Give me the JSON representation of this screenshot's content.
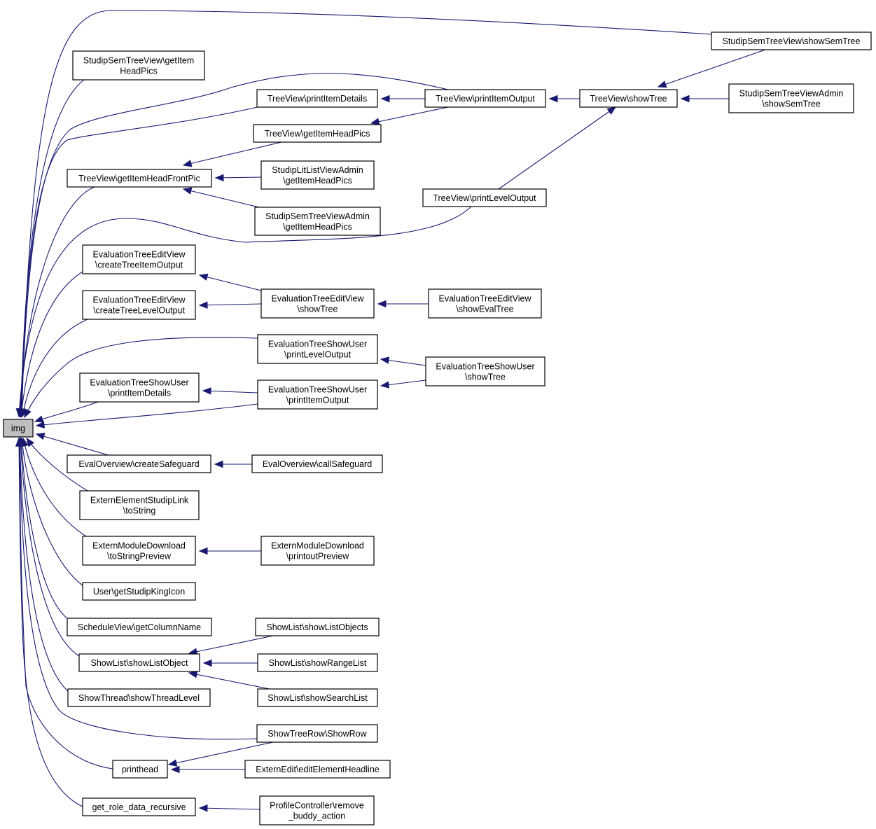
{
  "colors": {
    "edge": "#191970",
    "root_fill": "#bfbfbf",
    "node_fill": "#ffffff",
    "border": "#000000"
  },
  "nodes": {
    "img": [
      "img"
    ],
    "ssv_getItemHeadPics": [
      "StudipSemTreeView\\getItem",
      "HeadPics"
    ],
    "tv_printItemDetails": [
      "TreeView\\printItemDetails"
    ],
    "tv_getItemHeadPics": [
      "TreeView\\getItemHeadPics"
    ],
    "tv_getItemHeadFrontPic": [
      "TreeView\\getItemHeadFrontPic"
    ],
    "slva_getItemHeadPics": [
      "StudipLitListViewAdmin",
      "\\getItemHeadPics"
    ],
    "ssva_getItemHeadPics": [
      "StudipSemTreeViewAdmin",
      "\\getItemHeadPics"
    ],
    "tv_printItemOutput": [
      "TreeView\\printItemOutput"
    ],
    "tv_showTree": [
      "TreeView\\showTree"
    ],
    "ssv_showSemTree": [
      "StudipSemTreeView\\showSemTree"
    ],
    "ssva_showSemTree": [
      "StudipSemTreeViewAdmin",
      "\\showSemTree"
    ],
    "tv_printLevelOutput": [
      "TreeView\\printLevelOutput"
    ],
    "etev_createTreeItemOutput": [
      "EvaluationTreeEditView",
      "\\createTreeItemOutput"
    ],
    "etev_createTreeLevelOutput": [
      "EvaluationTreeEditView",
      "\\createTreeLevelOutput"
    ],
    "etev_showTree": [
      "EvaluationTreeEditView",
      "\\showTree"
    ],
    "etev_showEvalTree": [
      "EvaluationTreeEditView",
      "\\showEvalTree"
    ],
    "etsu_printLevelOutput": [
      "EvaluationTreeShowUser",
      "\\printLevelOutput"
    ],
    "etsu_printItemDetails": [
      "EvaluationTreeShowUser",
      "\\printItemDetails"
    ],
    "etsu_printItemOutput": [
      "EvaluationTreeShowUser",
      "\\printItemOutput"
    ],
    "etsu_showTree": [
      "EvaluationTreeShowUser",
      "\\showTree"
    ],
    "eo_createSafeguard": [
      "EvalOverview\\createSafeguard"
    ],
    "eo_callSafeguard": [
      "EvalOverview\\callSafeguard"
    ],
    "eesl_toString": [
      "ExternElementStudipLink",
      "\\toString"
    ],
    "emd_toStringPreview": [
      "ExternModuleDownload",
      "\\toStringPreview"
    ],
    "emd_printoutPreview": [
      "ExternModuleDownload",
      "\\printoutPreview"
    ],
    "user_getStudipKingIcon": [
      "User\\getStudipKingIcon"
    ],
    "sv_getColumnName": [
      "ScheduleView\\getColumnName"
    ],
    "sl_showListObject": [
      "ShowList\\showListObject"
    ],
    "sl_showListObjects": [
      "ShowList\\showListObjects"
    ],
    "sl_showRangeList": [
      "ShowList\\showRangeList"
    ],
    "sl_showSearchList": [
      "ShowList\\showSearchList"
    ],
    "st_showThreadLevel": [
      "ShowThread\\showThreadLevel"
    ],
    "str_ShowRow": [
      "ShowTreeRow\\ShowRow"
    ],
    "printhead": [
      "printhead"
    ],
    "ee_editElementHeadline": [
      "ExternEdit\\editElementHeadline"
    ],
    "get_role_data_recursive": [
      "get_role_data_recursive"
    ],
    "pc_remove_buddy_action": [
      "ProfileController\\remove",
      "_buddy_action"
    ]
  },
  "edges": [
    [
      "ssv_getItemHeadPics",
      "img"
    ],
    [
      "tv_printItemDetails",
      "img"
    ],
    [
      "tv_getItemHeadFrontPic",
      "img"
    ],
    [
      "tv_printLevelOutput",
      "img"
    ],
    [
      "ssv_showSemTree",
      "img"
    ],
    [
      "tv_printItemOutput",
      "img"
    ],
    [
      "etev_createTreeItemOutput",
      "img"
    ],
    [
      "etev_createTreeLevelOutput",
      "img"
    ],
    [
      "etsu_printLevelOutput",
      "img"
    ],
    [
      "etsu_printItemDetails",
      "img"
    ],
    [
      "etsu_printItemOutput",
      "img"
    ],
    [
      "eo_createSafeguard",
      "img"
    ],
    [
      "eesl_toString",
      "img"
    ],
    [
      "emd_toStringPreview",
      "img"
    ],
    [
      "user_getStudipKingIcon",
      "img"
    ],
    [
      "sv_getColumnName",
      "img"
    ],
    [
      "sl_showListObject",
      "img"
    ],
    [
      "st_showThreadLevel",
      "img"
    ],
    [
      "str_ShowRow",
      "img"
    ],
    [
      "printhead",
      "img"
    ],
    [
      "get_role_data_recursive",
      "img"
    ],
    [
      "tv_printItemOutput",
      "tv_printItemDetails"
    ],
    [
      "tv_showTree",
      "tv_printItemOutput"
    ],
    [
      "ssv_showSemTree",
      "tv_showTree"
    ],
    [
      "ssva_showSemTree",
      "tv_showTree"
    ],
    [
      "tv_printLevelOutput",
      "tv_showTree"
    ],
    [
      "tv_printItemOutput",
      "tv_getItemHeadPics"
    ],
    [
      "tv_getItemHeadPics",
      "tv_getItemHeadFrontPic"
    ],
    [
      "slva_getItemHeadPics",
      "tv_getItemHeadFrontPic"
    ],
    [
      "ssva_getItemHeadPics",
      "tv_getItemHeadFrontPic"
    ],
    [
      "etev_showTree",
      "etev_createTreeItemOutput"
    ],
    [
      "etev_showTree",
      "etev_createTreeLevelOutput"
    ],
    [
      "etev_showEvalTree",
      "etev_showTree"
    ],
    [
      "etsu_showTree",
      "etsu_printLevelOutput"
    ],
    [
      "etsu_showTree",
      "etsu_printItemOutput"
    ],
    [
      "etsu_printItemOutput",
      "etsu_printItemDetails"
    ],
    [
      "eo_callSafeguard",
      "eo_createSafeguard"
    ],
    [
      "emd_printoutPreview",
      "emd_toStringPreview"
    ],
    [
      "sl_showListObjects",
      "sl_showListObject"
    ],
    [
      "sl_showRangeList",
      "sl_showListObject"
    ],
    [
      "sl_showSearchList",
      "sl_showListObject"
    ],
    [
      "str_ShowRow",
      "printhead"
    ],
    [
      "ee_editElementHeadline",
      "printhead"
    ],
    [
      "pc_remove_buddy_action",
      "get_role_data_recursive"
    ]
  ]
}
